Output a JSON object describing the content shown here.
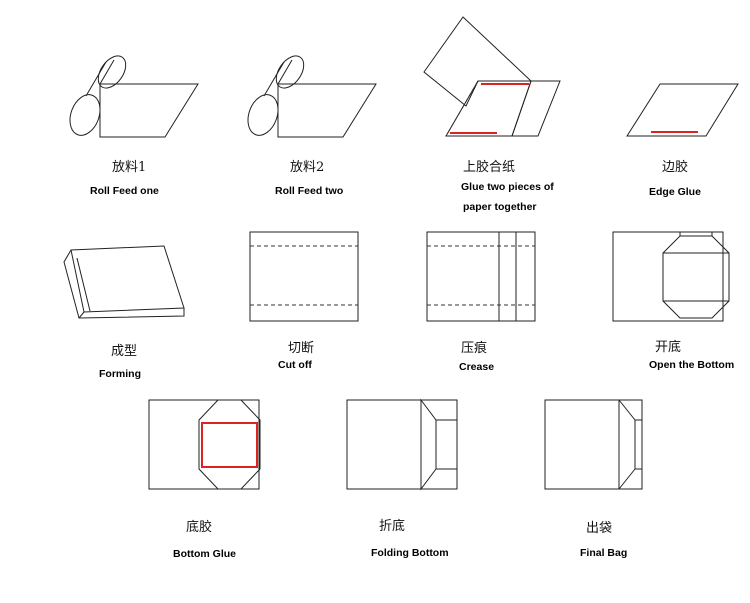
{
  "steps": [
    {
      "zh": "放料1",
      "en": "Roll Feed one"
    },
    {
      "zh": "放料2",
      "en": "Roll Feed two"
    },
    {
      "zh": "上胶合纸",
      "en": "Glue two pieces of",
      "en2": "paper together"
    },
    {
      "zh": "边胶",
      "en": "Edge Glue"
    },
    {
      "zh": "成型",
      "en": "Forming"
    },
    {
      "zh": "切断",
      "en": "Cut off"
    },
    {
      "zh": "压痕",
      "en": "Crease"
    },
    {
      "zh": "开底",
      "en": "Open the Bottom"
    },
    {
      "zh": "底胶",
      "en": "Bottom Glue"
    },
    {
      "zh": "折底",
      "en": "Folding Bottom"
    },
    {
      "zh": "出袋",
      "en": "Final Bag"
    }
  ],
  "colors": {
    "line": "#222222",
    "glue": "#dd2222"
  }
}
